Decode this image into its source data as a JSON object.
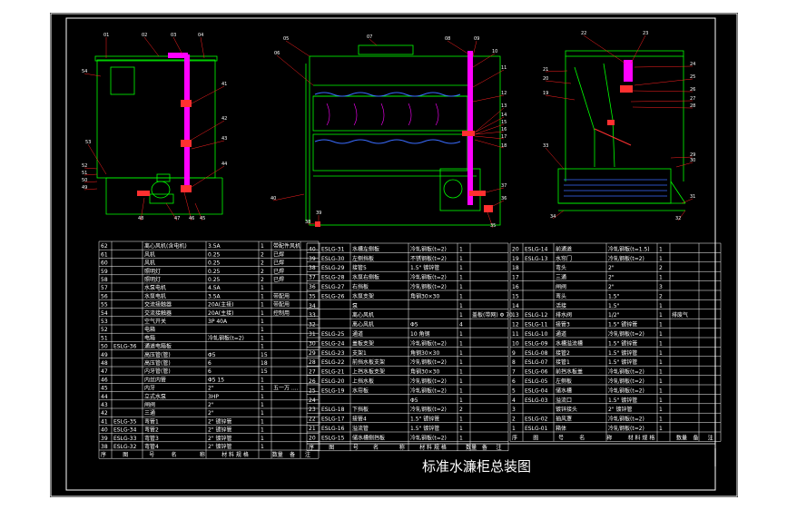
{
  "drawing": {
    "title": "标准水濂柜总装图",
    "colors": {
      "background": "#000000",
      "frame": "#ffffff",
      "outline": "#00ff00",
      "pipe": "#ff00ff",
      "valve": "#ff3030",
      "water": "#3a6cff",
      "callout": "#ff2020"
    }
  },
  "front_view": {
    "callouts_top": [
      "01",
      "02",
      "03",
      "04"
    ],
    "callouts_right": [
      "41",
      "42",
      "43",
      "44"
    ],
    "callouts_left": [
      "54",
      "53",
      "52",
      "51",
      "50",
      "49"
    ],
    "callouts_bottom": [
      "48",
      "47",
      "46",
      "45"
    ]
  },
  "side_view": {
    "callouts_top": [
      "05",
      "06",
      "07",
      "08",
      "09",
      "10"
    ],
    "callouts_right": [
      "11",
      "12",
      "13",
      "14",
      "15",
      "16",
      "17",
      "18",
      "37",
      "36"
    ],
    "callouts_left": [
      "40",
      "39"
    ],
    "callouts_bottom": [
      "38",
      "35"
    ]
  },
  "section_view": {
    "callouts_top": [
      "22",
      "23"
    ],
    "callouts_left": [
      "21",
      "20",
      "19",
      "33"
    ],
    "callouts_right": [
      "24",
      "25",
      "26",
      "27",
      "28",
      "29",
      "30",
      "31"
    ],
    "callouts_bottom": [
      "34",
      "32"
    ]
  },
  "bom_left": {
    "header": [
      "序",
      "图",
      "号",
      "名",
      "称",
      "材 料 规 格",
      "数量",
      "备",
      "注"
    ],
    "rows": [
      [
        "62",
        "",
        "离心风机(含电机)",
        "3.5A",
        "1",
        "带配件风机"
      ],
      [
        "61",
        "",
        "风机",
        "0.25",
        "2",
        "已焊"
      ],
      [
        "60",
        "",
        "风机",
        "0.25",
        "2",
        "已焊"
      ],
      [
        "59",
        "",
        "照明灯",
        "0.25",
        "2",
        "已焊"
      ],
      [
        "58",
        "",
        "照明灯",
        "0.25",
        "2",
        "已焊"
      ],
      [
        "57",
        "",
        "水泵电机",
        "4.5A",
        "1",
        ""
      ],
      [
        "56",
        "",
        "水泵电机",
        "3.5A",
        "1",
        "带配用"
      ],
      [
        "55",
        "",
        "交流接触器",
        "20A(主接)",
        "1",
        "带配用"
      ],
      [
        "54",
        "",
        "交流接触器",
        "20A(主接)",
        "1",
        "控制用"
      ],
      [
        "53",
        "",
        "空气开关",
        "3P 40A",
        "1",
        ""
      ],
      [
        "52",
        "",
        "电箱",
        "",
        "1",
        ""
      ],
      [
        "51",
        "",
        "电箱",
        "冷轧钢板(t=2)",
        "1",
        ""
      ],
      [
        "50",
        "ESLG-36",
        "通道电箱板",
        "",
        "1",
        ""
      ],
      [
        "49",
        "",
        "高压管(管)",
        "Φ5",
        "15",
        ""
      ],
      [
        "48",
        "",
        "高压管(管)",
        "6",
        "18",
        ""
      ],
      [
        "47",
        "",
        "内牙管(管)",
        "6",
        "15",
        ""
      ],
      [
        "46",
        "",
        "内丝内管",
        "Φ5 15",
        "1",
        ""
      ],
      [
        "45",
        "",
        "内牙",
        "2\"",
        "1",
        "五一万 ...."
      ],
      [
        "44",
        "",
        "立式水泵",
        "3HP",
        "1",
        ""
      ],
      [
        "43",
        "",
        "闸阀",
        "2\"",
        "1",
        ""
      ],
      [
        "42",
        "",
        "三通",
        "2\"",
        "1",
        ""
      ],
      [
        "41",
        "ESLG-35",
        "弯管1",
        "2\" 镀锌管",
        "1",
        ""
      ],
      [
        "40",
        "ESLG-34",
        "弯管2",
        "2\" 镀锌管",
        "1",
        ""
      ],
      [
        "39",
        "ESLG-33",
        "弯管3",
        "2\" 镀锌管",
        "1",
        ""
      ],
      [
        "38",
        "ESLG-32",
        "弯管4",
        "2\" 镀锌管",
        "1",
        ""
      ]
    ]
  },
  "bom_mid": {
    "header": [
      "序",
      "图",
      "号",
      "名",
      "称",
      "材 料 规 格",
      "数量",
      "备",
      "注"
    ],
    "rows": [
      [
        "40",
        "ESLG-31",
        "水槽左侧板",
        "冷轧钢板(t=2)",
        "1",
        ""
      ],
      [
        "39",
        "ESLG-30",
        "左侧挡板",
        "不锈钢板(t=2)",
        "1",
        ""
      ],
      [
        "38",
        "ESLG-29",
        "接管5",
        "1.5\" 镀锌管",
        "1",
        ""
      ],
      [
        "37",
        "ESLG-28",
        "水泵右侧板",
        "冷轧钢板(t=2)",
        "1",
        ""
      ],
      [
        "36",
        "ESLG-27",
        "右挡板",
        "冷轧钢板(t=2)",
        "1",
        ""
      ],
      [
        "35",
        "ESLG-26",
        "水泵支架",
        "角钢30×30",
        "1",
        ""
      ],
      [
        "34",
        "",
        "泵",
        "",
        "1",
        ""
      ],
      [
        "33",
        "",
        "离心风机",
        "",
        "1",
        "盖板(带网) Φ 70"
      ],
      [
        "32",
        "",
        "离心风机",
        "Φ5",
        "4",
        ""
      ],
      [
        "31",
        "ESLG-25",
        "通道",
        "10 角钢",
        "1",
        ""
      ],
      [
        "30",
        "ESLG-24",
        "盖板支架",
        "冷轧钢板(t=2)",
        "1",
        ""
      ],
      [
        "29",
        "ESLG-23",
        "支架1",
        "角钢30×30",
        "1",
        ""
      ],
      [
        "28",
        "ESLG-22",
        "前挡水板支架",
        "冷轧钢板(t=2)",
        "1",
        ""
      ],
      [
        "27",
        "ESLG-21",
        "上挡水板支架",
        "角钢30×30",
        "1",
        ""
      ],
      [
        "26",
        "ESLG-20",
        "上挡水板",
        "冷轧钢板(t=2)",
        "1",
        ""
      ],
      [
        "25",
        "ESLG-19",
        "水帘板",
        "冷轧钢板(t=2)",
        "1",
        ""
      ],
      [
        "24",
        "",
        "",
        "Φ5",
        "1",
        ""
      ],
      [
        "23",
        "ESLG-18",
        "下挡板",
        "冷轧钢板(t=2)",
        "2",
        ""
      ],
      [
        "22",
        "ESLG-17",
        "接管4",
        "1.5\" 镀锌管",
        "1",
        ""
      ],
      [
        "21",
        "ESLG-16",
        "溢流管",
        "1.5\" 镀锌管",
        "1",
        ""
      ],
      [
        "20",
        "ESLG-15",
        "储水槽侧挡板",
        "冷轧钢板(t=2)",
        "1",
        ""
      ]
    ]
  },
  "bom_right": {
    "header": [
      "序",
      "图",
      "号",
      "名",
      "称",
      "材 料 规 格",
      "数量",
      "备",
      "注"
    ],
    "rows": [
      [
        "20",
        "ESLG-14",
        "前通道",
        "冷轧钢板(t=1.5)",
        "1",
        ""
      ],
      [
        "19",
        "ESLG-13",
        "水帘门",
        "冷轧钢板(t=2)",
        "1",
        ""
      ],
      [
        "18",
        "",
        "弯头",
        "2\"",
        "2",
        ""
      ],
      [
        "17",
        "",
        "三通",
        "2\"",
        "1",
        ""
      ],
      [
        "16",
        "",
        "闸阀",
        "2\"",
        "3",
        ""
      ],
      [
        "15",
        "",
        "弯头",
        "1.5\"",
        "2",
        ""
      ],
      [
        "14",
        "",
        "活接",
        "1.5\"",
        "1",
        ""
      ],
      [
        "13",
        "ESLG-12",
        "排水阀",
        "1/2\"",
        "1",
        "排废气"
      ],
      [
        "12",
        "ESLG-11",
        "接管3",
        "1.5\" 镀锌管",
        "1",
        ""
      ],
      [
        "11",
        "ESLG-10",
        "通道",
        "冷轧钢板(t=2)",
        "1",
        ""
      ],
      [
        "10",
        "ESLG-09",
        "水槽溢流槽",
        "1.5\" 镀锌管",
        "1",
        ""
      ],
      [
        "9",
        "ESLG-08",
        "接管2",
        "1.5\" 镀锌管",
        "1",
        ""
      ],
      [
        "8",
        "ESLG-07",
        "接管1",
        "1.5\" 镀锌管",
        "1",
        ""
      ],
      [
        "7",
        "ESLG-06",
        "前挡水板盖",
        "冷轧钢板(t=2)",
        "1",
        ""
      ],
      [
        "6",
        "ESLG-05",
        "左侧板",
        "冷轧钢板(t=2)",
        "1",
        ""
      ],
      [
        "5",
        "ESLG-04",
        "储水槽",
        "冷轧钢板(t=2)",
        "1",
        ""
      ],
      [
        "4",
        "ESLG-03",
        "溢流口",
        "1.5\" 镀锌管",
        "1",
        ""
      ],
      [
        "3",
        "",
        "镀锌接头",
        "2\" 镀锌管",
        "1",
        ""
      ],
      [
        "2",
        "ESLG-02",
        "抽风罩",
        "冷轧钢板(t=2)",
        "1",
        ""
      ],
      [
        "1",
        "ESLG-01",
        "箱体",
        "冷轧钢板(t=2)",
        "1",
        ""
      ]
    ]
  }
}
